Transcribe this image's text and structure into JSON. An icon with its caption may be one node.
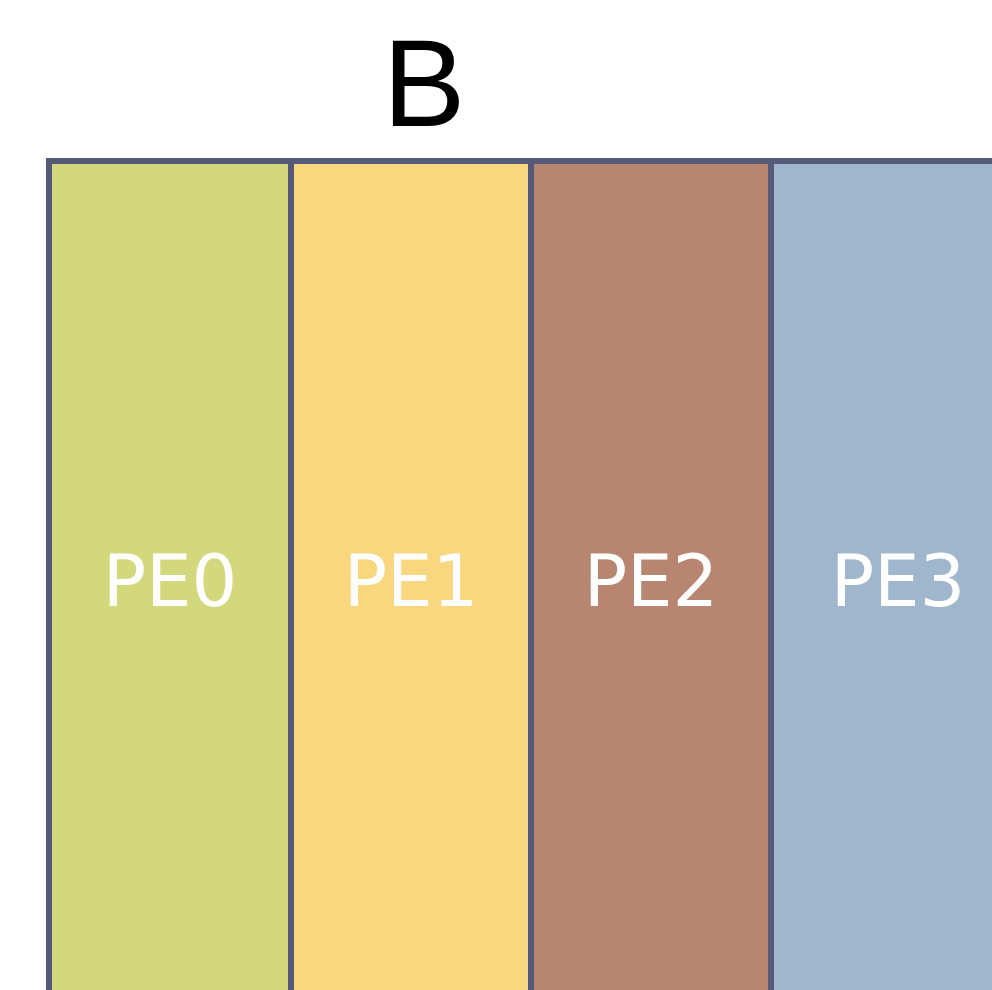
{
  "diagram": {
    "title": "B",
    "nodes": [
      {
        "text": [
          "PE0"
        ]
      },
      {
        "text": [
          "PE1"
        ]
      },
      {
        "text": [
          "PE2"
        ]
      },
      {
        "text": [
          "PE3"
        ]
      }
    ]
  }
}
